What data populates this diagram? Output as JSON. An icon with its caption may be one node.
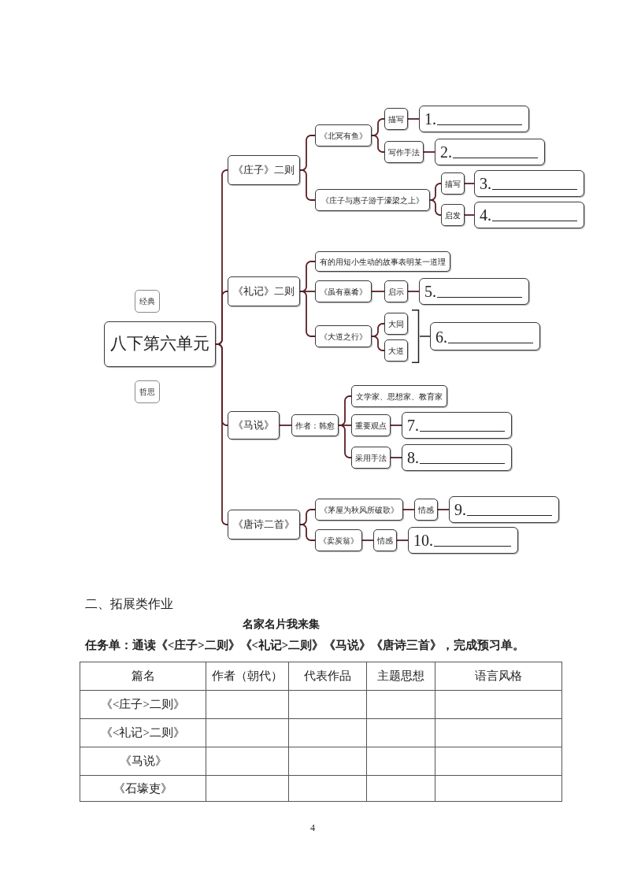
{
  "diagram": {
    "nodes": [
      {
        "text": [
          "八下第六单元"
        ]
      },
      {
        "text": [
          "经典"
        ]
      },
      {
        "text": [
          "哲思"
        ]
      },
      {
        "text": [
          "《庄子》二则"
        ]
      },
      {
        "text": [
          "《北冥有鱼》"
        ]
      },
      {
        "text": [
          "描写"
        ]
      },
      {
        "text": [
          "1."
        ]
      },
      {
        "text": [
          "写作手法"
        ]
      },
      {
        "text": [
          "2."
        ]
      },
      {
        "text": [
          "《庄子与惠子游于濠梁之上》"
        ]
      },
      {
        "text": [
          "描写"
        ]
      },
      {
        "text": [
          "3."
        ]
      },
      {
        "text": [
          "启发"
        ]
      },
      {
        "text": [
          "4."
        ]
      },
      {
        "text": [
          "《礼记》二则"
        ]
      },
      {
        "text": [
          "有的用短小生动的故事表明某一道理"
        ]
      },
      {
        "text": [
          "《虽有嘉肴》"
        ]
      },
      {
        "text": [
          "启示"
        ]
      },
      {
        "text": [
          "5."
        ]
      },
      {
        "text": [
          "《大道之行》"
        ]
      },
      {
        "text": [
          "大同"
        ]
      },
      {
        "text": [
          "大道"
        ]
      },
      {
        "text": [],
        "shape": "bracket"
      },
      {
        "text": [
          "6."
        ]
      },
      {
        "text": [
          "《马说》"
        ]
      },
      {
        "text": [
          "作者：韩愈"
        ]
      },
      {
        "text": [
          "文学家、思想家、教育家"
        ]
      },
      {
        "text": [
          "重要观点"
        ]
      },
      {
        "text": [
          "7."
        ]
      },
      {
        "text": [
          "采用手法"
        ]
      },
      {
        "text": [
          "8."
        ]
      },
      {
        "text": [
          "《唐诗二首》"
        ]
      },
      {
        "text": [
          "《茅屋为秋风所破歌》"
        ]
      },
      {
        "text": [
          "情感"
        ]
      },
      {
        "text": [
          "9."
        ]
      },
      {
        "text": [
          "《卖炭翁》"
        ]
      },
      {
        "text": [
          "情感"
        ]
      },
      {
        "text": [
          "10."
        ]
      }
    ],
    "edges": [
      {
        "from": 0,
        "to": 3,
        "arrow": "none"
      },
      {
        "from": 0,
        "to": 14,
        "arrow": "none"
      },
      {
        "from": 0,
        "to": 24,
        "arrow": "none"
      },
      {
        "from": 0,
        "to": 31,
        "arrow": "none"
      },
      {
        "from": 3,
        "to": 4,
        "arrow": "none"
      },
      {
        "from": 4,
        "to": 5,
        "arrow": "none"
      },
      {
        "from": 5,
        "to": 6,
        "arrow": "none"
      },
      {
        "from": 4,
        "to": 7,
        "arrow": "none"
      },
      {
        "from": 7,
        "to": 8,
        "arrow": "none"
      },
      {
        "from": 3,
        "to": 9,
        "arrow": "none"
      },
      {
        "from": 9,
        "to": 10,
        "arrow": "none"
      },
      {
        "from": 10,
        "to": 11,
        "arrow": "none"
      },
      {
        "from": 9,
        "to": 12,
        "arrow": "none"
      },
      {
        "from": 12,
        "to": 13,
        "arrow": "none"
      },
      {
        "from": 14,
        "to": 15,
        "arrow": "none"
      },
      {
        "from": 14,
        "to": 16,
        "arrow": "none"
      },
      {
        "from": 16,
        "to": 17,
        "arrow": "none"
      },
      {
        "from": 17,
        "to": 18,
        "arrow": "none"
      },
      {
        "from": 14,
        "to": 19,
        "arrow": "none"
      },
      {
        "from": 19,
        "to": 20,
        "arrow": "none"
      },
      {
        "from": 19,
        "to": 21,
        "arrow": "none"
      },
      {
        "from": 22,
        "to": 23,
        "arrow": "none"
      },
      {
        "from": 24,
        "to": 25,
        "arrow": "none"
      },
      {
        "from": 25,
        "to": 26,
        "arrow": "none"
      },
      {
        "from": 25,
        "to": 27,
        "arrow": "none"
      },
      {
        "from": 27,
        "to": 28,
        "arrow": "none"
      },
      {
        "from": 25,
        "to": 29,
        "arrow": "none"
      },
      {
        "from": 29,
        "to": 30,
        "arrow": "none"
      },
      {
        "from": 31,
        "to": 32,
        "arrow": "none"
      },
      {
        "from": 32,
        "to": 33,
        "arrow": "none"
      },
      {
        "from": 33,
        "to": 34,
        "arrow": "none"
      },
      {
        "from": 31,
        "to": 35,
        "arrow": "none"
      },
      {
        "from": 35,
        "to": 36,
        "arrow": "none"
      },
      {
        "from": 36,
        "to": 37,
        "arrow": "none"
      }
    ],
    "labels": [
      "二、拓展类作业",
      "名家名片我来集",
      "任务单：通读《<庄子>二则》《<礼记>二则》《马说》《唐诗三首》，完成预习单。",
      "篇名",
      "作者（朝代）",
      "代表作品",
      "主题思想",
      "语言风格",
      "《<庄子>二则》",
      "《<礼记>二则》",
      "《马说》",
      "《石壕吏》",
      "4"
    ]
  }
}
